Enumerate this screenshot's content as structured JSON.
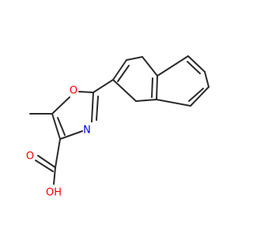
{
  "colors": {
    "background": "#ffffff",
    "bond": "#2b2b2b",
    "oxygen": "#ff0000",
    "nitrogen": "#0000ff"
  },
  "atoms": {
    "ring_oxygen": "O",
    "ring_nitrogen": "N",
    "carbonyl_oxygen": "O",
    "hydroxyl": "OH"
  }
}
